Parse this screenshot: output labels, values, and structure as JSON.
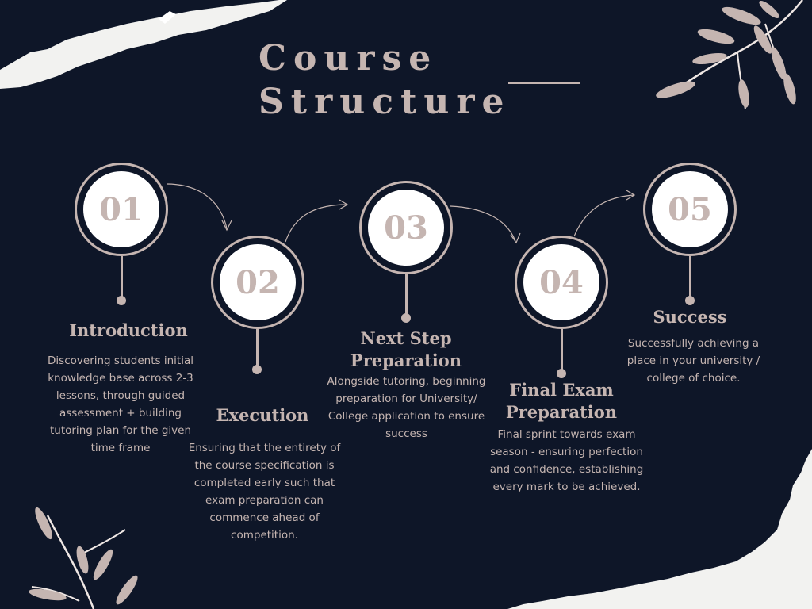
{
  "title": {
    "line1": "Course",
    "line2": "Structure"
  },
  "steps": [
    {
      "number": "01",
      "title": "Introduction",
      "description": "Discovering students initial knowledge base across 2-3 lessons, through guided assessment +  building tutoring plan for the given time frame"
    },
    {
      "number": "02",
      "title": "Execution",
      "description": "Ensuring that the entirety of the course specification is completed early such that exam preparation can commence ahead of competition."
    },
    {
      "number": "03",
      "title": "Next Step Preparation",
      "description": "Alongside tutoring, beginning preparation for University/ College application to ensure success"
    },
    {
      "number": "04",
      "title": "Final Exam Preparation",
      "description": "Final sprint towards exam season - ensuring perfection and confidence, establishing every mark to be achieved."
    },
    {
      "number": "05",
      "title": "Success",
      "description": "Successfully achieving a place in your university / college of choice."
    }
  ],
  "colors": {
    "background": "#0e1628",
    "accent": "#c5b5b1",
    "circle_fill": "#ffffff",
    "paper": "#f2f2f0"
  }
}
